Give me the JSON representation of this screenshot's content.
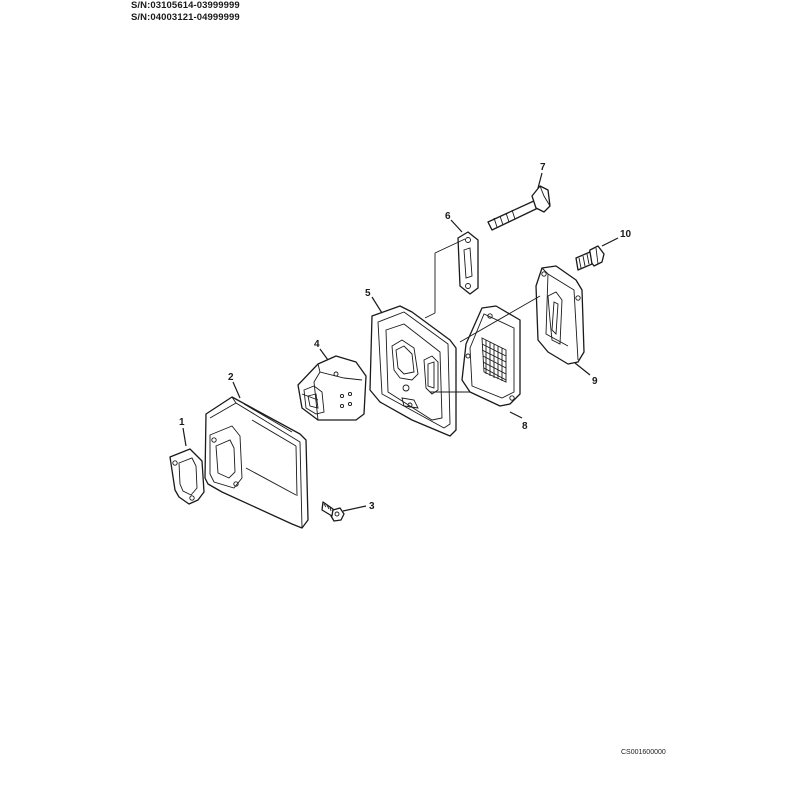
{
  "header": {
    "serial_line_1": "S/N:03105614-03999999",
    "serial_line_2": "S/N:04003121-04999999"
  },
  "footer": {
    "diagram_code": "CS001600000"
  },
  "callouts": [
    "1",
    "2",
    "3",
    "4",
    "5",
    "6",
    "7",
    "8",
    "9",
    "10"
  ]
}
